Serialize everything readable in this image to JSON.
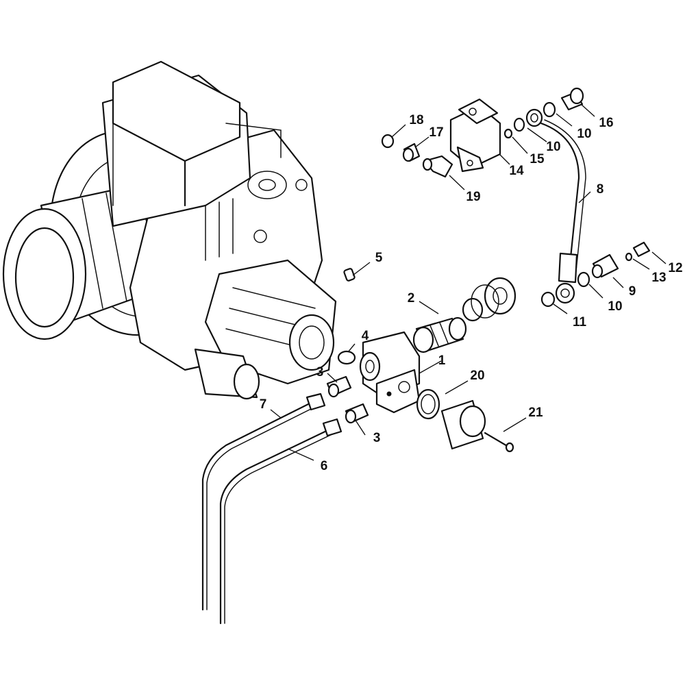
{
  "callouts": [
    {
      "id": "c1",
      "text": "1"
    },
    {
      "id": "c2",
      "text": "2"
    },
    {
      "id": "c3a",
      "text": "3"
    },
    {
      "id": "c3b",
      "text": "3"
    },
    {
      "id": "c4",
      "text": "4"
    },
    {
      "id": "c5",
      "text": "5"
    },
    {
      "id": "c6",
      "text": "6"
    },
    {
      "id": "c7",
      "text": "7"
    },
    {
      "id": "c8",
      "text": "8"
    },
    {
      "id": "c9",
      "text": "9"
    },
    {
      "id": "c10a",
      "text": "10"
    },
    {
      "id": "c10b",
      "text": "10"
    },
    {
      "id": "c10c",
      "text": "10"
    },
    {
      "id": "c11",
      "text": "11"
    },
    {
      "id": "c12",
      "text": "12"
    },
    {
      "id": "c13",
      "text": "13"
    },
    {
      "id": "c14",
      "text": "14"
    },
    {
      "id": "c15",
      "text": "15"
    },
    {
      "id": "c16",
      "text": "16"
    },
    {
      "id": "c17",
      "text": "17"
    },
    {
      "id": "c18",
      "text": "18"
    },
    {
      "id": "c19",
      "text": "19"
    },
    {
      "id": "c20",
      "text": "20"
    },
    {
      "id": "c21",
      "text": "21"
    }
  ],
  "colors": {
    "line": "#111111",
    "background": "#ffffff"
  }
}
